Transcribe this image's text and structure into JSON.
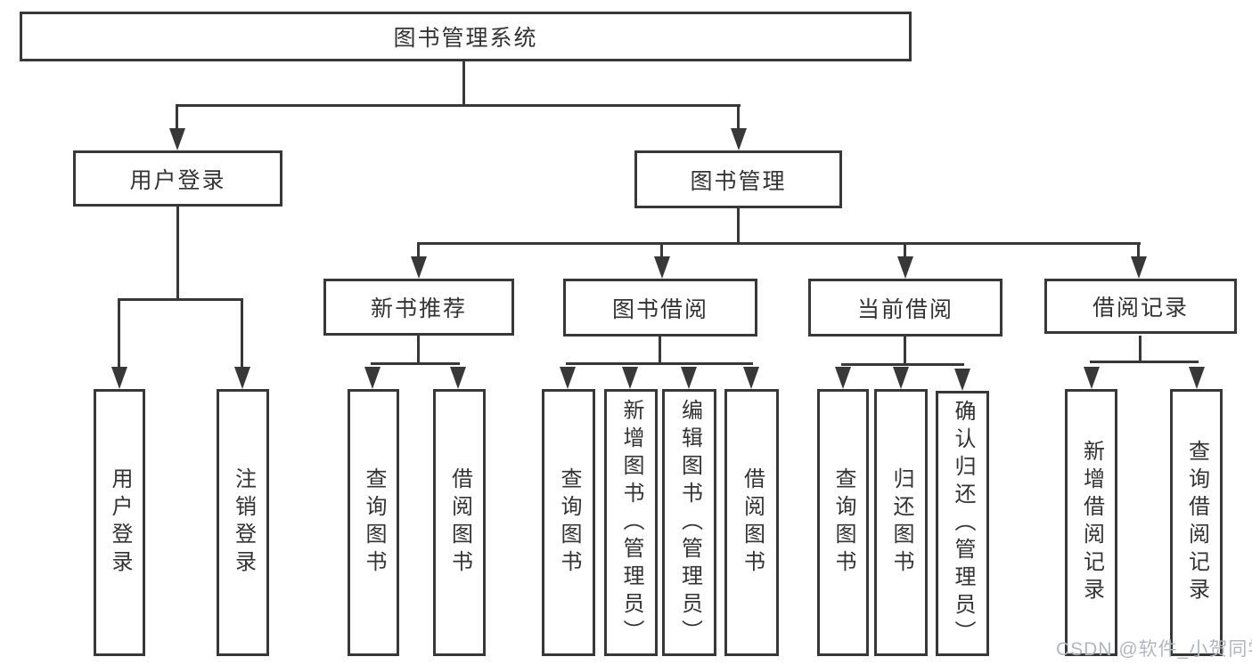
{
  "colors": {
    "line": "#383838",
    "text": "#333333",
    "watermark": "#b2b6be",
    "background": "#ffffff"
  },
  "watermark": {
    "text": "CSDN @软件_小贺同学"
  },
  "diagram": {
    "root": {
      "label": "图书管理系统"
    },
    "user_login": {
      "label": "用户登录",
      "children": {
        "login": {
          "label": "用户登录"
        },
        "logout": {
          "label": "注销登录"
        }
      }
    },
    "book_mgmt": {
      "label": "图书管理",
      "sections": {
        "new_book_rec": {
          "label": "新书推荐",
          "children": {
            "query_book": {
              "label": "查询图书"
            },
            "borrow_book": {
              "label": "借阅图书"
            }
          }
        },
        "book_borrow": {
          "label": "图书借阅",
          "children": {
            "query_book": {
              "label": "查询图书"
            },
            "add_book": {
              "label": "新增图书（管理员）"
            },
            "edit_book": {
              "label": "编辑图书（管理员）"
            },
            "borrow_book": {
              "label": "借阅图书"
            }
          }
        },
        "current_borrow": {
          "label": "当前借阅",
          "children": {
            "query_book": {
              "label": "查询图书"
            },
            "return_book": {
              "label": "归还图书"
            },
            "confirm_return": {
              "label": "确认归还（管理员）"
            }
          }
        },
        "borrow_record": {
          "label": "借阅记录",
          "children": {
            "add_record": {
              "label": "新增借阅记录"
            },
            "query_record": {
              "label": "查询借阅记录"
            }
          }
        }
      }
    }
  }
}
